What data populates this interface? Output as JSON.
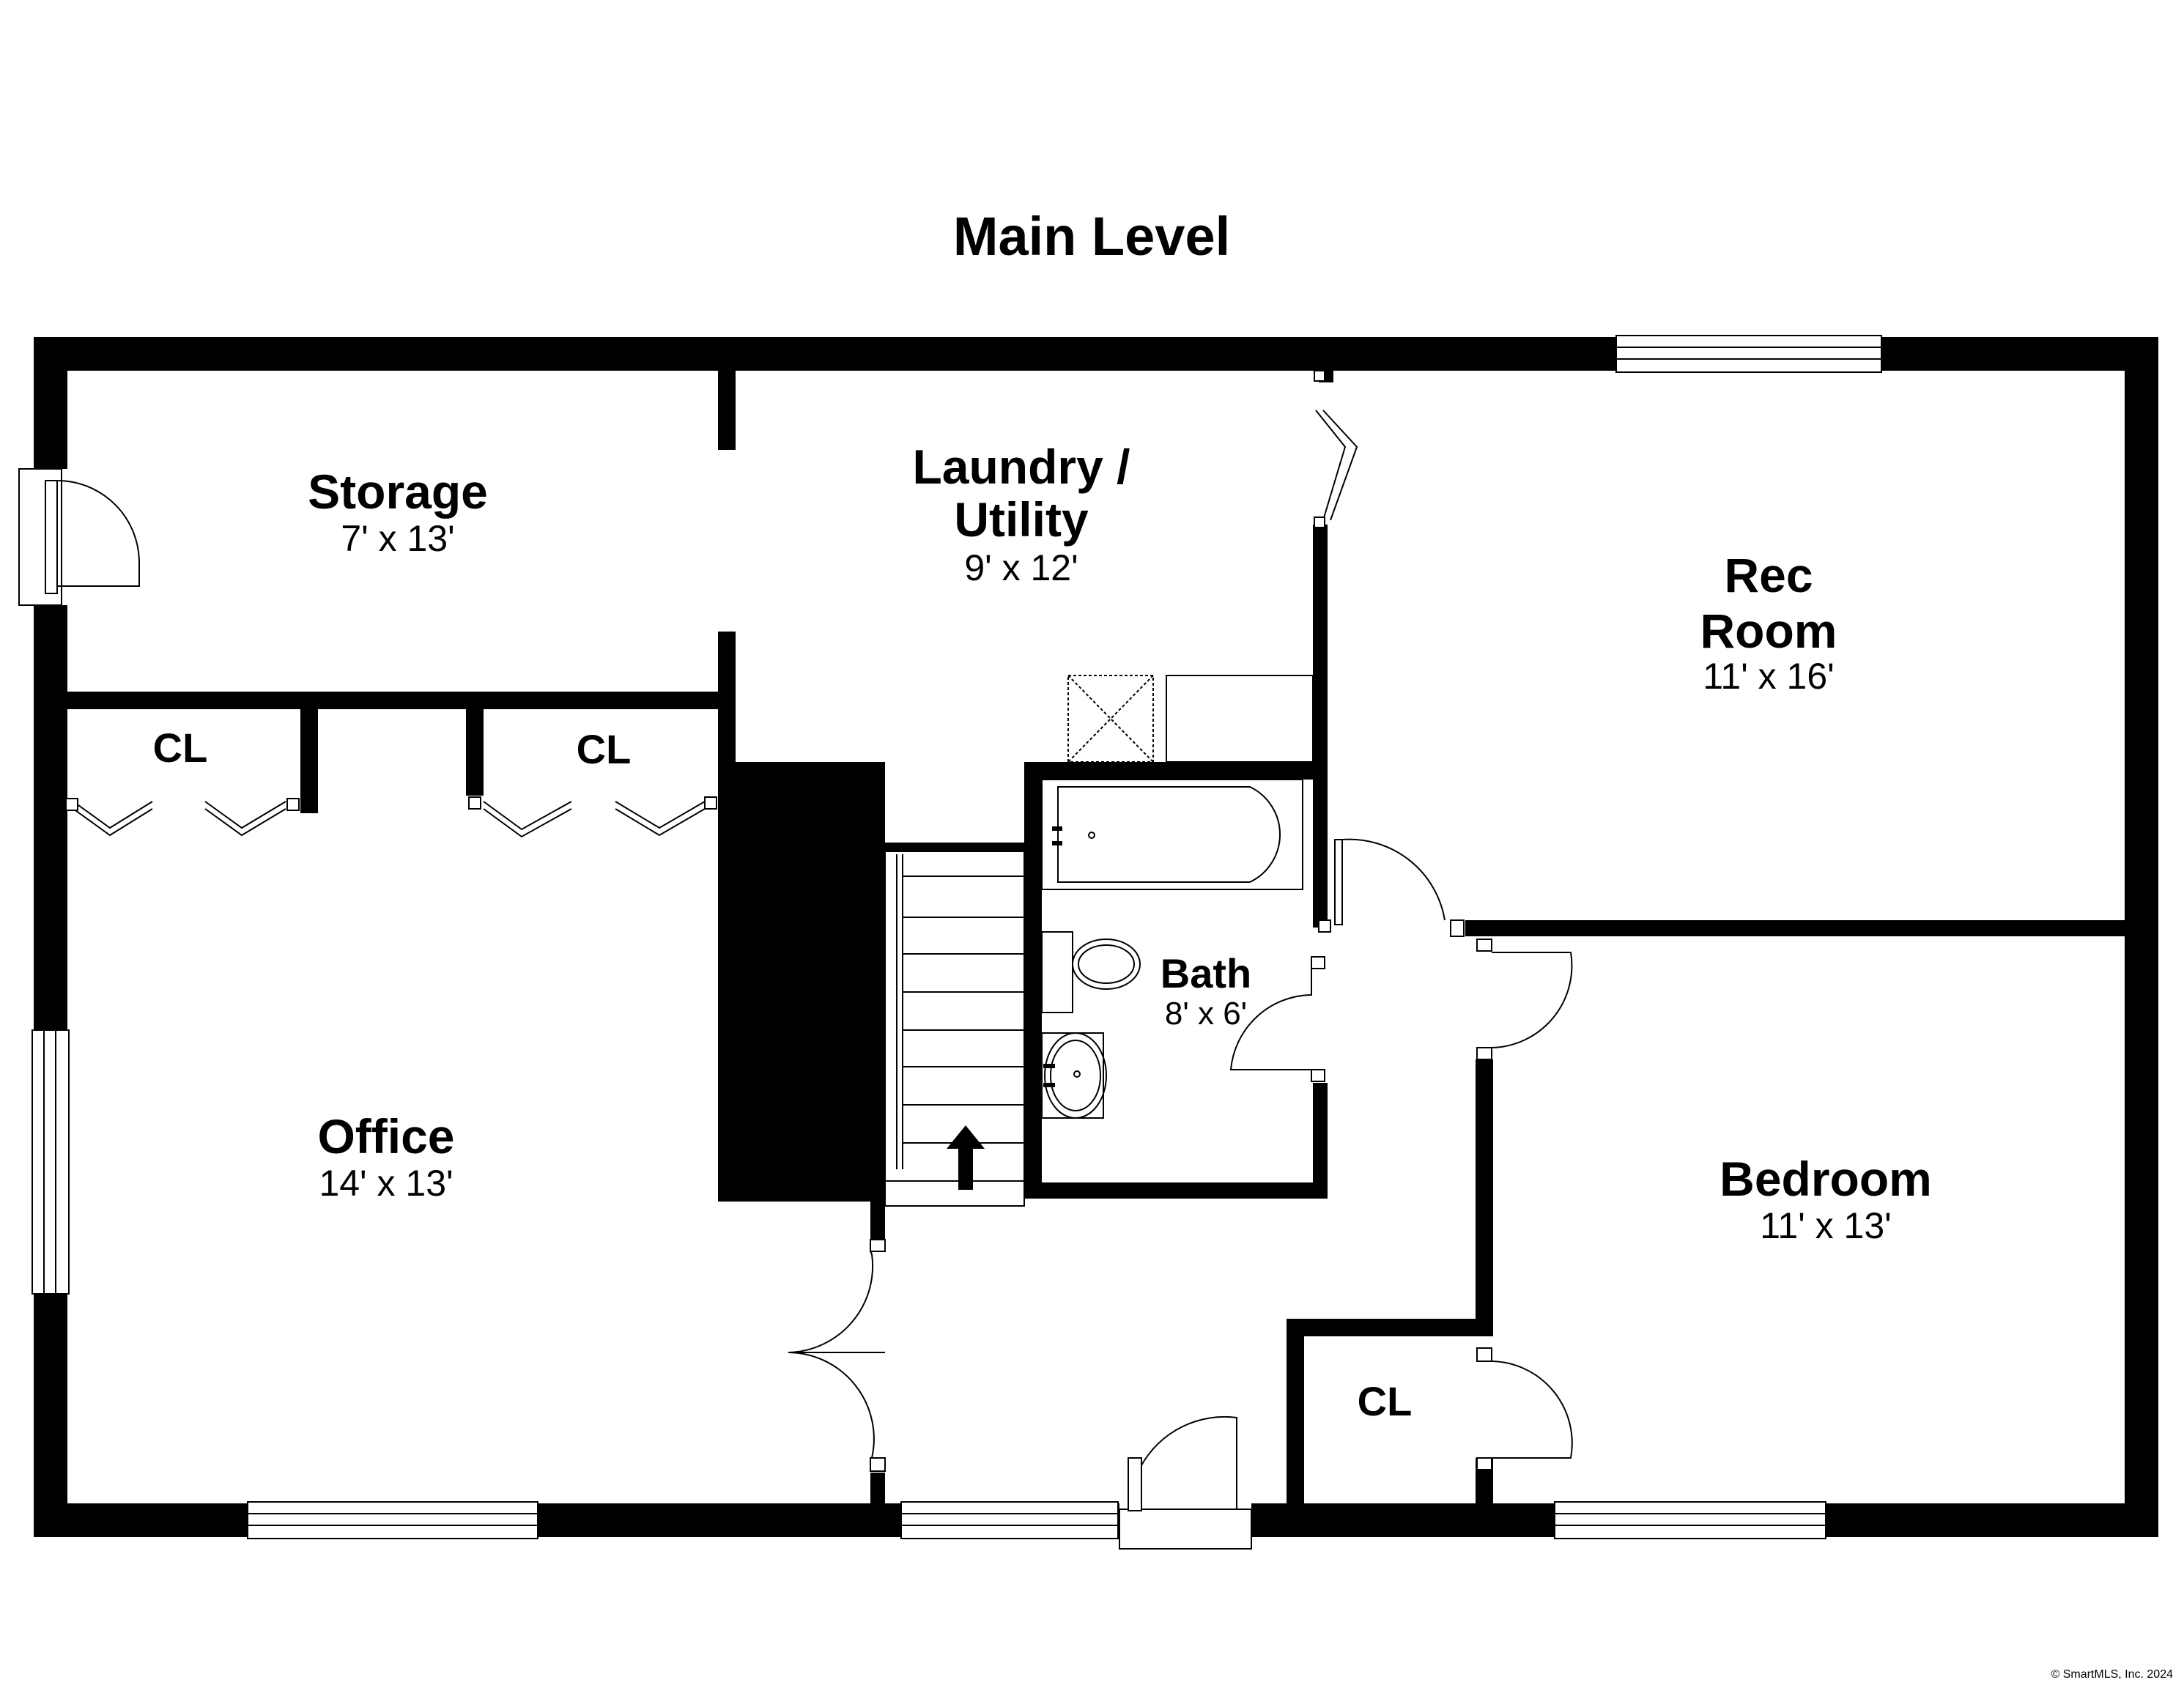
{
  "plan": {
    "title": "Main Level",
    "copyright": "© SmartMLS, Inc. 2024"
  },
  "rooms": {
    "storage": {
      "name": "Storage",
      "size": "7' x 13'"
    },
    "laundry": {
      "name_line1": "Laundry /",
      "name_line2": "Utility",
      "size": "9' x 12'"
    },
    "rec_room": {
      "name_line1": "Rec",
      "name_line2": "Room",
      "size": "11' x 16'"
    },
    "closet_left": {
      "name": "CL"
    },
    "closet_mid": {
      "name": "CL"
    },
    "closet_bedroom": {
      "name": "CL"
    },
    "bath": {
      "name": "Bath",
      "size": "8' x 6'"
    },
    "office": {
      "name": "Office",
      "size": "14' x 13'"
    },
    "bedroom": {
      "name": "Bedroom",
      "size": "11' x 13'"
    }
  },
  "colors": {
    "wall": "#000000",
    "background": "#ffffff"
  },
  "icons": [
    "stair-up-arrow-icon",
    "toilet-icon",
    "sink-icon",
    "bathtub-icon"
  ]
}
